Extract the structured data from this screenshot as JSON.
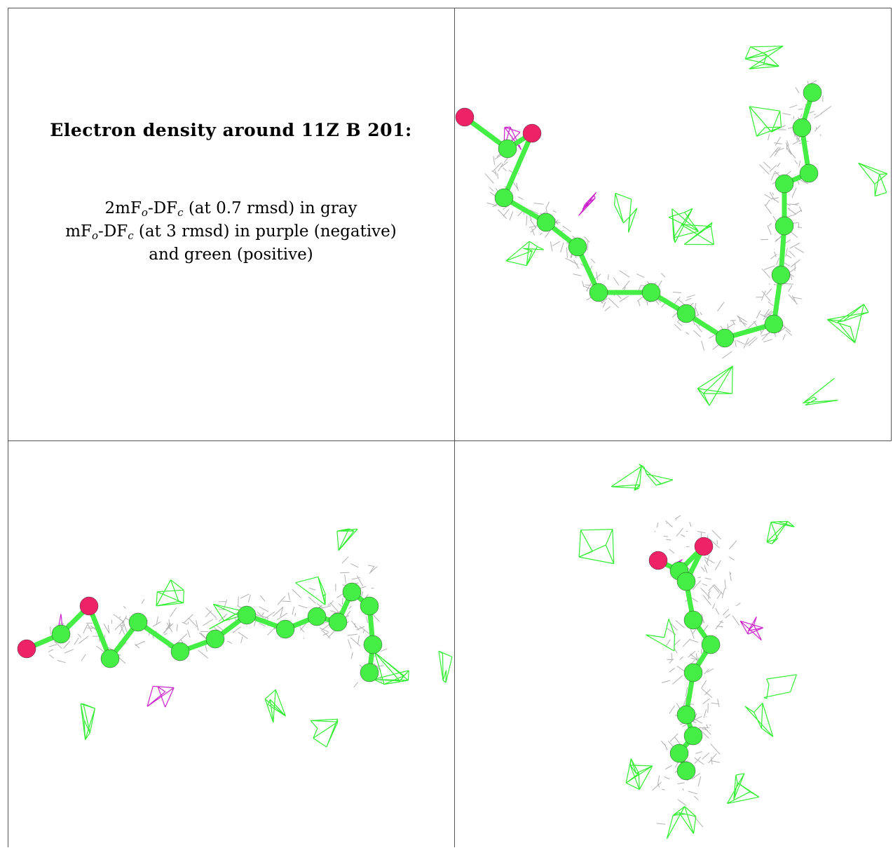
{
  "caption": {
    "title": "Electron density around 11Z B 201:",
    "line1_prefix": "2mF",
    "line1_sub1": "o",
    "line1_mid": "-DF",
    "line1_sub2": "c",
    "line1_suffix": " (at 0.7 rmsd) in gray",
    "line2_prefix": "mF",
    "line2_sub1": "o",
    "line2_mid": "-DF",
    "line2_sub2": "c",
    "line2_suffix": " (at 3 rmsd) in purple (negative)",
    "line3": "and green (positive)"
  },
  "colors": {
    "map_2fofc": "#a8a8a8",
    "map_fofc_negative": "#cc22cc",
    "map_fofc_positive": "#33ee33",
    "carbon": "#44ee44",
    "oxygen": "#ee2266",
    "border": "#555555"
  },
  "panels": [
    {
      "name": "view-top-right"
    },
    {
      "name": "view-bottom-left"
    },
    {
      "name": "view-bottom-right"
    }
  ]
}
